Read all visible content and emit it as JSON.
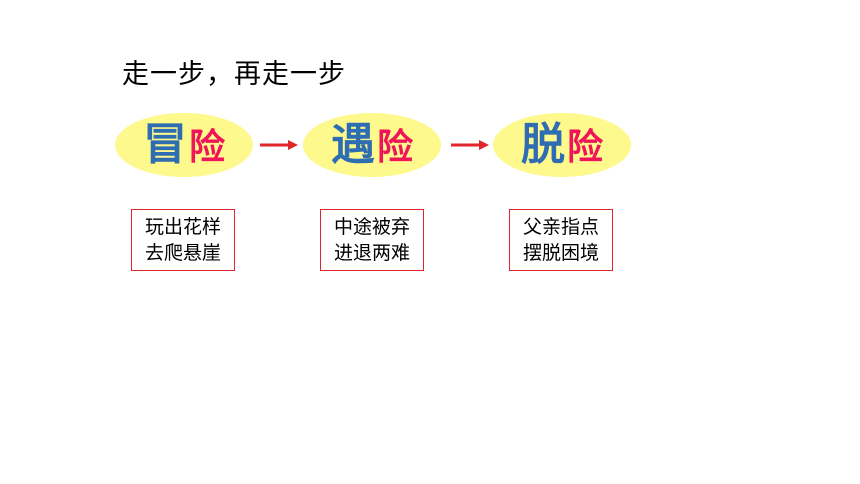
{
  "title": "走一步，再走一步",
  "colors": {
    "ellipse_fill": "#fdf98c",
    "main_char": "#2f6db3",
    "suffix_char": "#f0145a",
    "arrow": "#e0252b",
    "box_border": "#e0252b"
  },
  "stages": [
    {
      "main": "冒",
      "suffix": "险",
      "lines": [
        "玩出花样",
        "去爬悬崖"
      ]
    },
    {
      "main": "遇",
      "suffix": "险",
      "lines": [
        "中途被弃",
        "进退两难"
      ]
    },
    {
      "main": "脱",
      "suffix": "险",
      "lines": [
        "父亲指点",
        "摆脱困境"
      ]
    }
  ]
}
